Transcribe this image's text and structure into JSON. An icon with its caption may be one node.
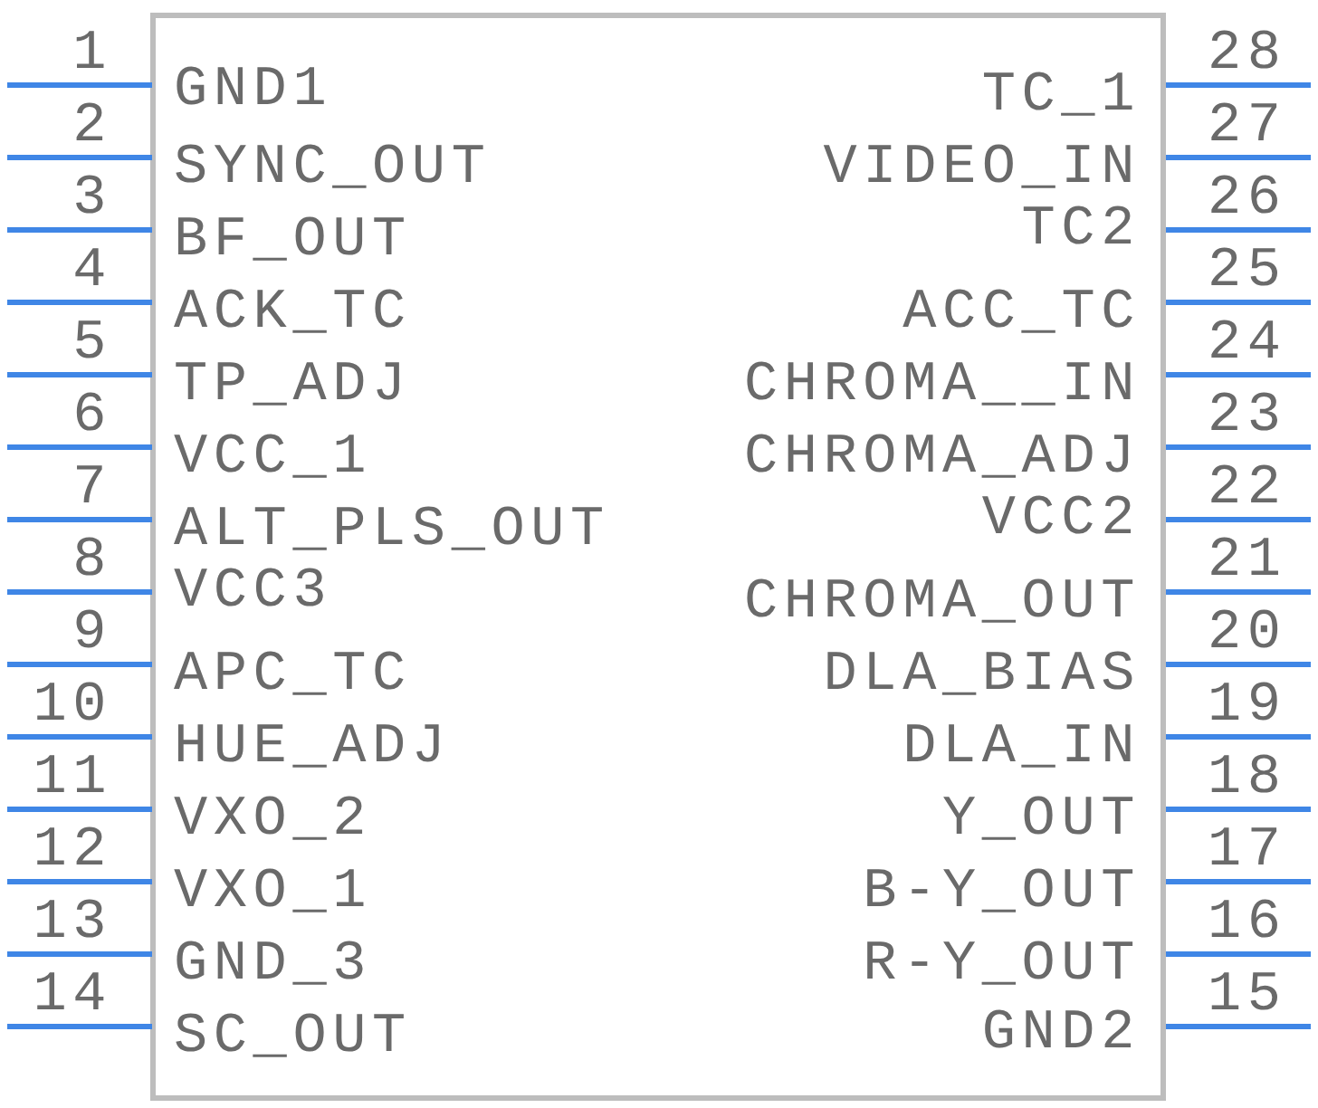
{
  "diagram": {
    "nodes": [
      {
        "text": [],
        "shape": "box"
      }
    ],
    "labels": [
      "1",
      "GND1",
      "2",
      "SYNC_OUT",
      "3",
      "BF_OUT",
      "4",
      "ACK_TC",
      "5",
      "TP_ADJ",
      "6",
      "VCC_1",
      "7",
      "ALT_PLS_OUT",
      "8",
      "VCC3",
      "9",
      "APC_TC",
      "10",
      "HUE_ADJ",
      "11",
      "VXO_2",
      "12",
      "VXO_1",
      "13",
      "GND_3",
      "14",
      "SC_OUT",
      "15",
      "GND2",
      "16",
      "R-Y_OUT",
      "17",
      "B-Y_OUT",
      "18",
      "Y_OUT",
      "19",
      "DLA_IN",
      "20",
      "DLA_BIAS",
      "21",
      "CHROMA_OUT",
      "22",
      "VCC2",
      "23",
      "CHROMA_ADJ",
      "24",
      "CHROMA__IN",
      "25",
      "ACC_TC",
      "26",
      "TC2",
      "27",
      "VIDEO_IN",
      "28",
      "TC_1"
    ]
  }
}
